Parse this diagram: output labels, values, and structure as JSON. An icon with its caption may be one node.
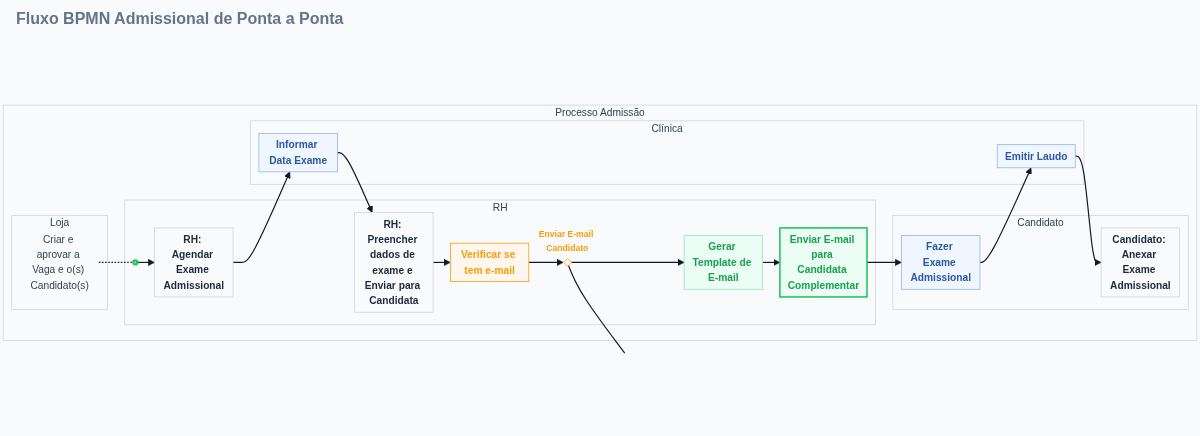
{
  "diagram": {
    "title": "Fluxo BPMN Admissional de Ponta a Ponta",
    "nodes": [
      {
        "text": [
          "Processo Admissão"
        ]
      },
      {
        "text": [
          "Loja"
        ],
        "in": 0
      },
      {
        "text": [
          "RH"
        ],
        "in": 0
      },
      {
        "text": [
          "Candidato"
        ],
        "in": 0
      },
      {
        "text": [
          "Clínica"
        ],
        "in": 0
      },
      {
        "text": [
          "Criar e aprovar a Vaga e o(s) Candidato(s)"
        ],
        "in": 1
      },
      {
        "text": [],
        "shape": "circle",
        "in": 2
      },
      {
        "text": [
          "RH: Agendar Exame Admissional"
        ],
        "in": 2
      },
      {
        "text": [
          "RH: Preencher dados de exame e Enviar para Candidata"
        ],
        "in": 2
      },
      {
        "text": [
          "Verificar se tem e-mail"
        ],
        "in": 2
      },
      {
        "text": [],
        "shape": "diamond",
        "in": 2,
        "beside": [
          "Enviar E-mail Candidato"
        ]
      },
      {
        "text": [
          "Gerar Template de E-mail"
        ],
        "in": 2
      },
      {
        "text": [
          "Enviar E-mail para Candidata Complementar"
        ],
        "in": 2
      },
      {
        "text": [
          "Fazer Exame Admissional"
        ],
        "in": 3
      },
      {
        "text": [
          "Candidato: Anexar Exame Admissional"
        ],
        "in": 3
      },
      {
        "text": [
          "Informar Data Exame"
        ],
        "in": 4
      },
      {
        "text": [
          "Emitir Laudo"
        ],
        "in": 4
      }
    ],
    "edges": [
      {
        "from": 5,
        "to": 6,
        "arrow": "none",
        "style": "dashed"
      },
      {
        "from": 6,
        "to": 7,
        "arrow": "to"
      },
      {
        "from": 7,
        "to": 15,
        "arrow": "to"
      },
      {
        "from": 15,
        "to": 8,
        "arrow": "to"
      },
      {
        "from": 8,
        "to": 9,
        "arrow": "to"
      },
      {
        "from": 9,
        "to": 10,
        "arrow": "to"
      },
      {
        "from": 10,
        "to": 11,
        "arrow": "to"
      },
      {
        "from": 11,
        "to": 12,
        "arrow": "to"
      },
      {
        "from": 10,
        "to": null,
        "arrow": "none"
      },
      {
        "from": 12,
        "to": 13,
        "arrow": "to"
      },
      {
        "from": 13,
        "to": 16,
        "arrow": "to"
      },
      {
        "from": 16,
        "to": 14,
        "arrow": "to"
      }
    ]
  }
}
